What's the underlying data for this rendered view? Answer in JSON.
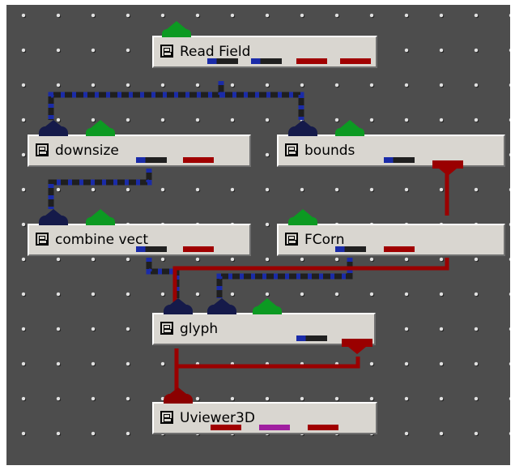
{
  "modules": {
    "read_field": {
      "title": "Read Field"
    },
    "downsize": {
      "title": "downsize"
    },
    "bounds": {
      "title": "bounds"
    },
    "combine_vect": {
      "title": "combine vect"
    },
    "fcorn": {
      "title": "FCorn"
    },
    "glyph": {
      "title": "glyph"
    },
    "uviewer3d": {
      "title": "Uviewer3D"
    }
  },
  "colors": {
    "field_port": "#1a2ba8",
    "geometry_port": "#a00000",
    "control_port": "#0c9a22",
    "viewer_port": "#a020a0",
    "canvas": "#4d4d4d"
  }
}
